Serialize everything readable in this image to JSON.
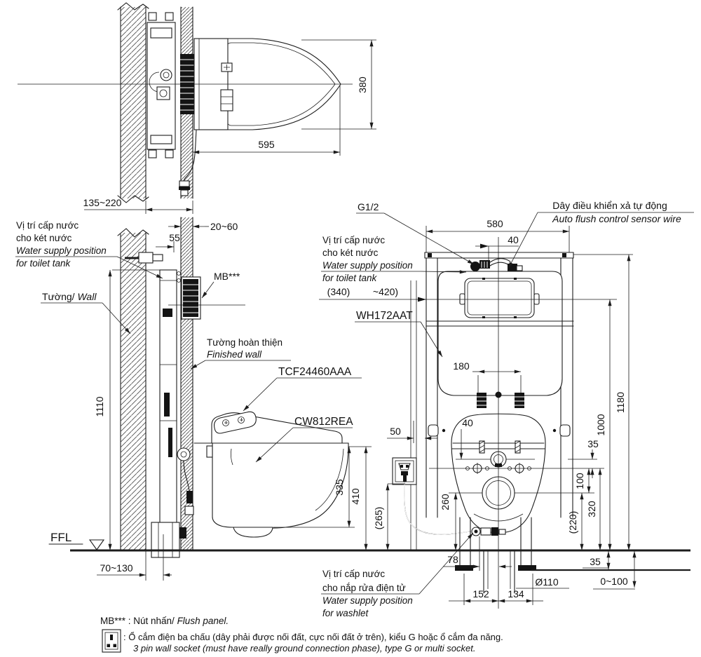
{
  "drawing_title": "Wall-hung toilet installation drawing",
  "colors": {
    "line": "#1c1c1c",
    "background": "#ffffff",
    "hatch": "#444444"
  },
  "top_view": {
    "dim_length": "595",
    "dim_width": "380",
    "dim_wall_range": "135~220"
  },
  "side_view": {
    "supply_label_vi1": "Vị trí cấp nước",
    "supply_label_vi2": "cho két nước",
    "supply_label_en1": "Water supply position",
    "supply_label_en2": "for toilet tank",
    "dim_55": "55",
    "dim_finish_wall": "20~60",
    "wall_label_vi": "Tường/",
    "wall_label_en": " Wall",
    "mb_label": "MB***",
    "finished_wall_vi": "Tường hoàn thiện",
    "finished_wall_en": "Finished wall",
    "model_washlet": "TCF24460AAA",
    "model_bowl": "CW812REA",
    "dim_1110": "1110",
    "dim_335": "335",
    "dim_410": "410",
    "ffl_label": "FFL",
    "dim_70_130": "70~130"
  },
  "front_view": {
    "g12_label": "G1/2",
    "auto_flush_vi": "Dây điều khiển xả tự động",
    "auto_flush_en": "Auto flush control sensor wire",
    "supply_label_vi1": "Vị trí cấp nước",
    "supply_label_vi2": "cho két nước",
    "supply_label_en1": "Water supply position",
    "supply_label_en2": "for toilet tank",
    "dim_580": "580",
    "dim_40_top": "40",
    "dim_340": "(340)",
    "dim_420": "~420)",
    "model_tank": "WH172AAT",
    "dim_180": "180",
    "dim_40_inner": "40",
    "dim_50": "50",
    "dim_35_mid": "35",
    "dim_100": "100",
    "dim_320": "320",
    "dim_220": "(220)",
    "dim_260": "260",
    "dim_265": "(265)",
    "dim_1000": "1000",
    "dim_1180": "1180",
    "dim_78": "78",
    "dim_152": "152",
    "dim_134": "134",
    "dim_d110": "Ø110",
    "dim_0_100": "0~100",
    "dim_35_bottom": "35",
    "washlet_supply_vi1": "Vị trí cấp nước",
    "washlet_supply_vi2": "cho nắp rửa điện tử",
    "washlet_supply_en1": "Water supply position",
    "washlet_supply_en2": "for washlet"
  },
  "notes": {
    "mb_prefix": "MB*** : Nút nhấn/",
    "mb_italic": " Flush panel.",
    "socket_vi": ": Ổ cắm điện ba chấu (dây phải được nối đất, cực nối đất ở trên), kiểu G hoặc ổ cắm đa năng.",
    "socket_en": "3 pin wall socket (must have really ground connection phase), type G or multi socket."
  }
}
